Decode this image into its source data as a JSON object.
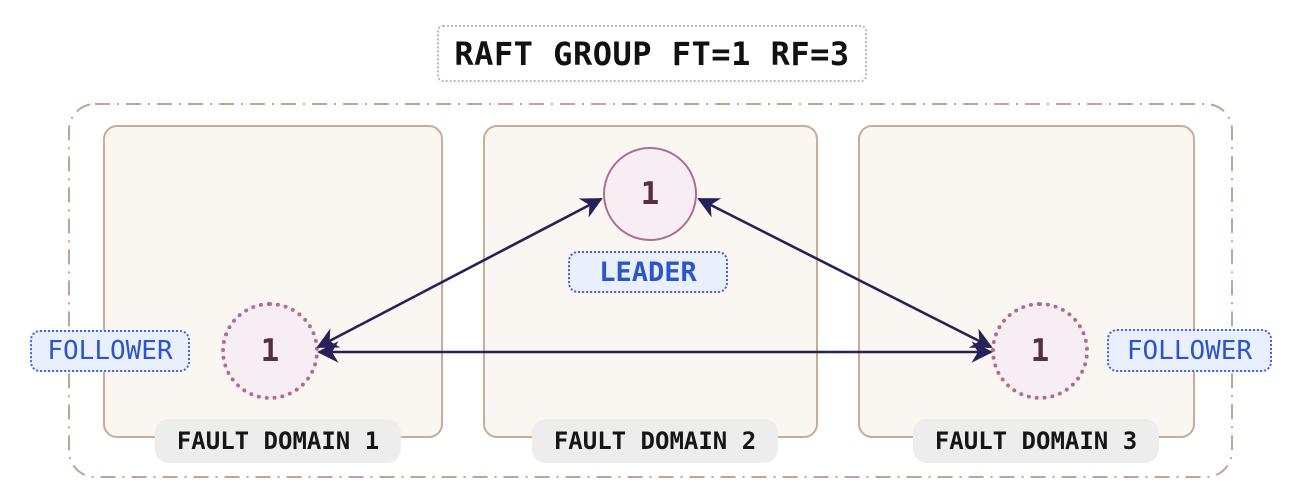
{
  "title": {
    "label": "RAFT GROUP FT=1 RF=3"
  },
  "domains": [
    {
      "label": "FAULT DOMAIN 1"
    },
    {
      "label": "FAULT DOMAIN 2"
    },
    {
      "label": "FAULT DOMAIN 3"
    }
  ],
  "nodes": {
    "leader": {
      "value": "1",
      "role_label": "LEADER"
    },
    "follower_left": {
      "value": "1",
      "role_label": "FOLLOWER"
    },
    "follower_right": {
      "value": "1",
      "role_label": "FOLLOWER"
    }
  },
  "colors": {
    "arrow": "#262158",
    "node-border": "#b06d8e",
    "node-fill": "#f7eef3",
    "node-text": "#56303f",
    "badge-text": "#2b55cb",
    "badge-bg": "#e9effc",
    "badge-border": "#4169d2",
    "domain-border": "#c9ab9a",
    "domain-fill": "#faf6f2",
    "frame-border": "#c2a493",
    "pill-bg": "#ededed",
    "pill-text": "#161616",
    "title-text": "#111111",
    "title-border": "#b9b9b9",
    "page-bg": "#ffffff"
  }
}
